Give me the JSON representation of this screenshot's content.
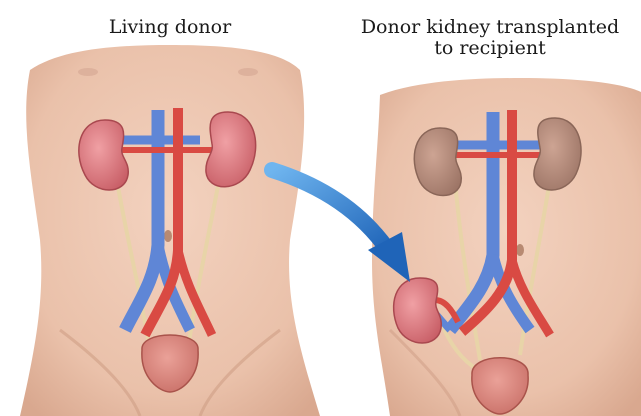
{
  "figure": {
    "left_panel": {
      "title": "Living donor"
    },
    "right_panel": {
      "title_line1": "Donor kidney transplanted",
      "title_line2": "to recipient"
    }
  },
  "colors": {
    "background": "#ffffff",
    "skin": "#efc9b2",
    "skin_shadow": "#dcae95",
    "kidney": "#d9747a",
    "kidney_dark": "#b9545c",
    "diseased_kidney": "#b98f7f",
    "vein": "#5f86d6",
    "artery": "#d94a43",
    "ureter": "#e7d2a6",
    "bladder": "#d9887f",
    "arrow": "#2a7fd0"
  },
  "icons": [
    "kidney-icon",
    "bladder-icon",
    "arrow-icon"
  ]
}
